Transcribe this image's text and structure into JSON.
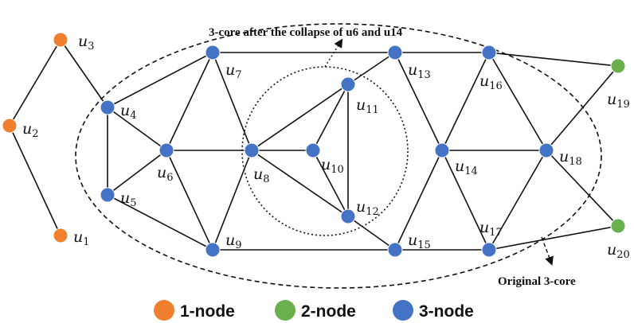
{
  "colors": {
    "one_node": "#f07f2e",
    "two_node": "#6ab04c",
    "three_node": "#4472c4"
  },
  "annotations": {
    "inner_core": "3-core after the collapse of u6 and u14",
    "outer_core": "Original 3-core"
  },
  "legend": [
    {
      "label": "1-node",
      "kind": "one_node"
    },
    {
      "label": "2-node",
      "kind": "two_node"
    },
    {
      "label": "3-node",
      "kind": "three_node"
    }
  ],
  "nodes": [
    {
      "id": "u1",
      "name": "u",
      "sub": "1",
      "kind": "one_node"
    },
    {
      "id": "u2",
      "name": "u",
      "sub": "2",
      "kind": "one_node"
    },
    {
      "id": "u3",
      "name": "u",
      "sub": "3",
      "kind": "one_node"
    },
    {
      "id": "u4",
      "name": "u",
      "sub": "4",
      "kind": "three_node"
    },
    {
      "id": "u5",
      "name": "u",
      "sub": "5",
      "kind": "three_node"
    },
    {
      "id": "u6",
      "name": "u",
      "sub": "6",
      "kind": "three_node"
    },
    {
      "id": "u7",
      "name": "u",
      "sub": "7",
      "kind": "three_node"
    },
    {
      "id": "u8",
      "name": "u",
      "sub": "8",
      "kind": "three_node"
    },
    {
      "id": "u9",
      "name": "u",
      "sub": "9",
      "kind": "three_node"
    },
    {
      "id": "u10",
      "name": "u",
      "sub": "10",
      "kind": "three_node"
    },
    {
      "id": "u11",
      "name": "u",
      "sub": "11",
      "kind": "three_node"
    },
    {
      "id": "u12",
      "name": "u",
      "sub": "12",
      "kind": "three_node"
    },
    {
      "id": "u13",
      "name": "u",
      "sub": "13",
      "kind": "three_node"
    },
    {
      "id": "u14",
      "name": "u",
      "sub": "14",
      "kind": "three_node"
    },
    {
      "id": "u15",
      "name": "u",
      "sub": "15",
      "kind": "three_node"
    },
    {
      "id": "u16",
      "name": "u",
      "sub": "16",
      "kind": "three_node"
    },
    {
      "id": "u17",
      "name": "u",
      "sub": "17",
      "kind": "three_node"
    },
    {
      "id": "u18",
      "name": "u",
      "sub": "18",
      "kind": "three_node"
    },
    {
      "id": "u19",
      "name": "u",
      "sub": "19",
      "kind": "two_node"
    },
    {
      "id": "u20",
      "name": "u",
      "sub": "20",
      "kind": "two_node"
    }
  ],
  "edges": [
    [
      "u1",
      "u2"
    ],
    [
      "u2",
      "u3"
    ],
    [
      "u3",
      "u4"
    ],
    [
      "u4",
      "u5"
    ],
    [
      "u4",
      "u6"
    ],
    [
      "u4",
      "u7"
    ],
    [
      "u5",
      "u6"
    ],
    [
      "u5",
      "u9"
    ],
    [
      "u6",
      "u7"
    ],
    [
      "u6",
      "u8"
    ],
    [
      "u6",
      "u9"
    ],
    [
      "u7",
      "u8"
    ],
    [
      "u7",
      "u13"
    ],
    [
      "u8",
      "u9"
    ],
    [
      "u8",
      "u10"
    ],
    [
      "u8",
      "u11"
    ],
    [
      "u8",
      "u12"
    ],
    [
      "u9",
      "u15"
    ],
    [
      "u10",
      "u11"
    ],
    [
      "u10",
      "u12"
    ],
    [
      "u11",
      "u12"
    ],
    [
      "u11",
      "u13"
    ],
    [
      "u12",
      "u15"
    ],
    [
      "u13",
      "u14"
    ],
    [
      "u13",
      "u16"
    ],
    [
      "u14",
      "u15"
    ],
    [
      "u14",
      "u16"
    ],
    [
      "u14",
      "u17"
    ],
    [
      "u14",
      "u18"
    ],
    [
      "u15",
      "u17"
    ],
    [
      "u16",
      "u18"
    ],
    [
      "u16",
      "u19"
    ],
    [
      "u17",
      "u18"
    ],
    [
      "u17",
      "u20"
    ],
    [
      "u18",
      "u19"
    ],
    [
      "u18",
      "u20"
    ]
  ]
}
